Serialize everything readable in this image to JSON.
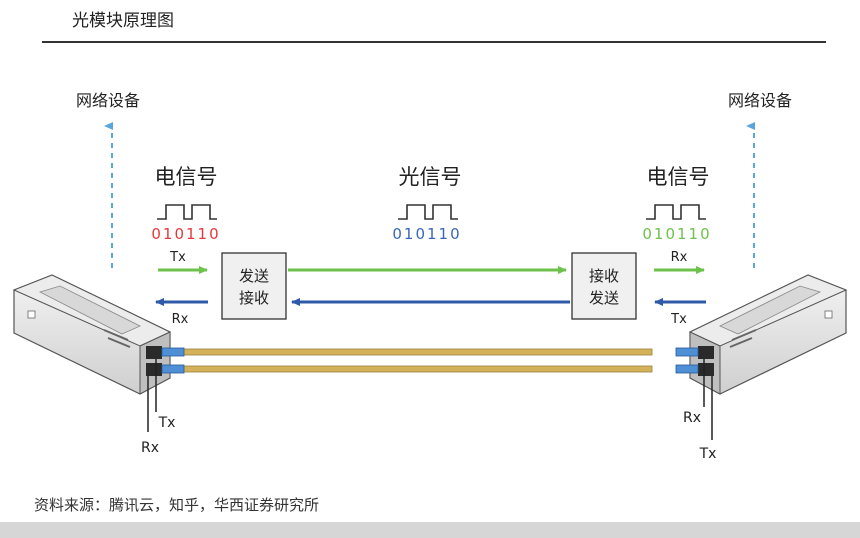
{
  "title": "光模块原理图",
  "source": "资料来源：腾讯云，知乎，华西证券研究所",
  "network_device": "网络设备",
  "signals": {
    "electric": "电信号",
    "optical": "光信号",
    "bits": "010110"
  },
  "left": {
    "box_line1": "发送",
    "box_line2": "接收",
    "upper_arrow_label": "Tx",
    "lower_arrow_label": "Rx",
    "port_upper": "Tx",
    "port_lower": "Rx"
  },
  "right": {
    "box_line1": "接收",
    "box_line2": "发送",
    "upper_arrow_label": "Rx",
    "lower_arrow_label": "Tx",
    "port_upper": "Rx",
    "port_lower": "Tx"
  },
  "colors": {
    "left_bits": "#e8383d",
    "optical_bits": "#3a66b8",
    "right_bits": "#6cc24a",
    "green_arrow": "#6cc24a",
    "blue_arrow": "#2e5aa8",
    "dashed_arrow": "#5aa6dc",
    "fiber": "#d4b25a"
  }
}
